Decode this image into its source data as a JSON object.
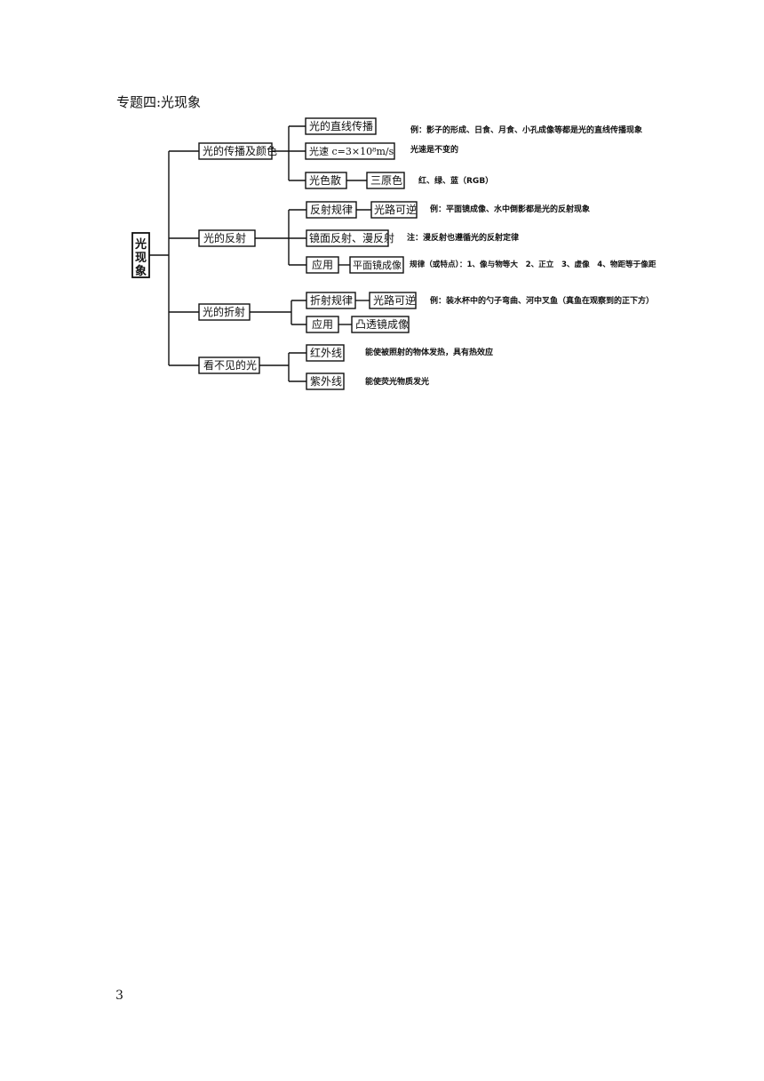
{
  "title": "专题四:光现象",
  "page_number": "3",
  "root": "光现象",
  "branches": {
    "propagation": {
      "label": "光的传播及颜色",
      "items": {
        "straight": {
          "label": "光的直线传播",
          "note": "例：影子的形成、日食、月食、小孔成像等都是光的直线传播现象"
        },
        "speed": {
          "label": "光速 c=3×10⁸m/s",
          "note": "光速是不变的"
        },
        "dispersion": {
          "label": "光色散",
          "sub": "三原色",
          "note": "红、绿、蓝（RGB）"
        }
      }
    },
    "reflection": {
      "label": "光的反射",
      "items": {
        "law": {
          "label": "反射规律",
          "sub": "光路可逆",
          "note": "例：平面镜成像、水中倒影都是光的反射现象"
        },
        "types": {
          "label": "镜面反射、漫反射",
          "note": "注：漫反射也遵循光的反射定律"
        },
        "application": {
          "label": "应用",
          "sub": "平面镜成像",
          "note": "规律（或特点）：1、像与物等大　2、正立　3、虚像　4、物距等于像距"
        }
      }
    },
    "refraction": {
      "label": "光的折射",
      "items": {
        "law": {
          "label": "折射规律",
          "sub": "光路可逆",
          "note": "例：装水杯中的勺子弯曲、河中叉鱼（真鱼在观察到的正下方）"
        },
        "application": {
          "label": "应用",
          "sub": "凸透镜成像"
        }
      }
    },
    "invisible": {
      "label": "看不见的光",
      "items": {
        "infrared": {
          "label": "红外线",
          "note": "能使被照射的物体发热，具有热效应"
        },
        "ultraviolet": {
          "label": "紫外线",
          "note": "能使荧光物质发光"
        }
      }
    }
  }
}
